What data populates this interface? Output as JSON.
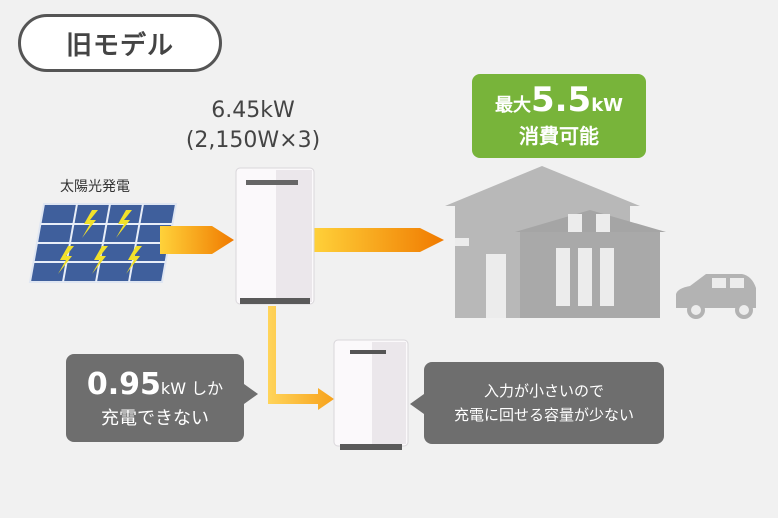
{
  "title_tag": "旧モデル",
  "solar": {
    "label": "太陽光発電"
  },
  "inverter": {
    "output_line1": "6.45kW",
    "output_line2": "(2,150W×3)"
  },
  "house": {
    "max_prefix": "最大",
    "max_value": "5.5",
    "max_unit": "kW",
    "max_suffix": "消費可能"
  },
  "charge": {
    "value": "0.95",
    "unit": "kW しか",
    "line2": "充電できない"
  },
  "battery_note": {
    "line1": "入力が小さいので",
    "line2": "充電に回せる容量が少ない"
  },
  "colors": {
    "green": "#78b43a",
    "grey_box": "#6e6e6e",
    "arrow_orange": "#f08a00",
    "arrow_yellow": "#f7c321"
  }
}
